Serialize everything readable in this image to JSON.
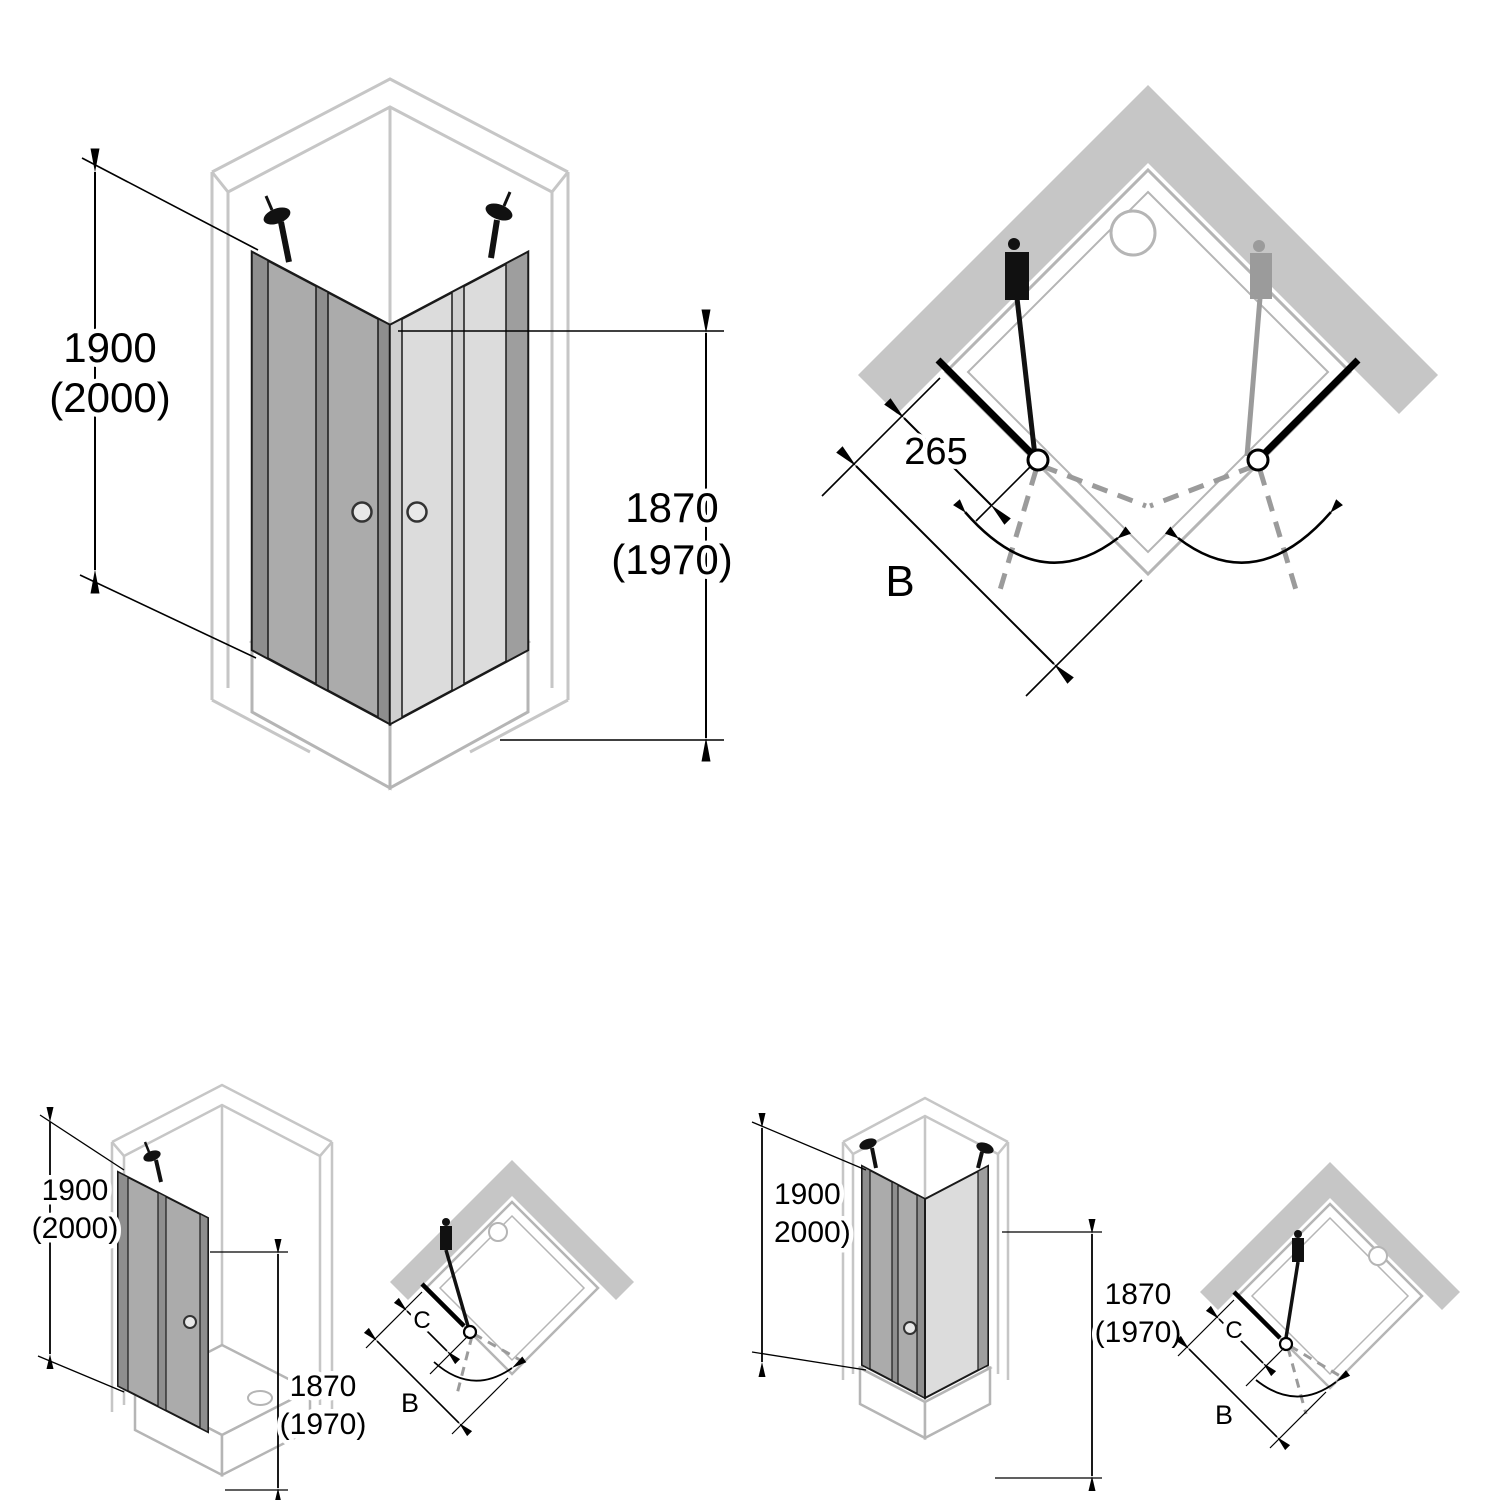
{
  "colors": {
    "wall_gray": "#c6c6c6",
    "tray_stroke": "#b5b5b5",
    "glass_dark": "#ababab",
    "glass_light": "#dcdcdc",
    "frame_dark": "#1a1a1a",
    "dash_gray": "#9b9b9b",
    "dimension": "#000000"
  },
  "diagrams": {
    "corner_double": {
      "iso": {
        "height": "1900",
        "height_alt": "(2000)",
        "door_height": "1870",
        "door_height_alt": "(1970)"
      },
      "plan": {
        "entry_width": "265",
        "width": "B"
      }
    },
    "single_left": {
      "iso": {
        "height": "1900",
        "height_alt": "(2000)",
        "door_height": "1870",
        "door_height_alt": "(1970)"
      },
      "plan": {
        "door_width": "C",
        "width": "B"
      }
    },
    "single_right": {
      "iso": {
        "height": "1900",
        "height_alt": "2000)",
        "door_height": "1870",
        "door_height_alt": "(1970)"
      },
      "plan": {
        "door_width": "C",
        "width": "B"
      }
    }
  }
}
